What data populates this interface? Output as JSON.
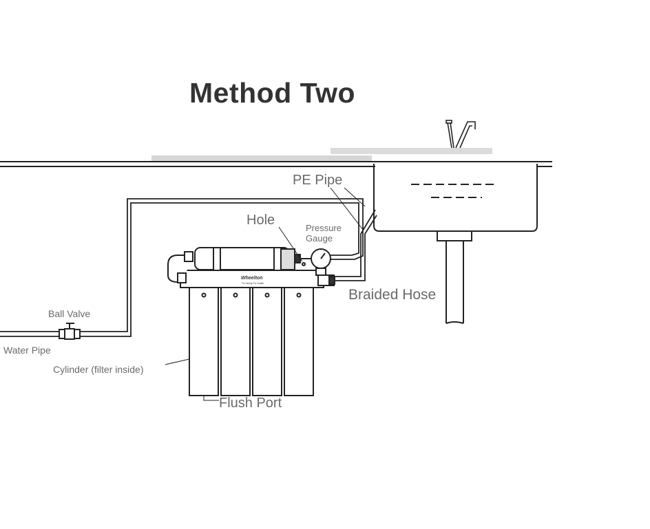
{
  "title": "Method Two",
  "labels": {
    "pe_pipe": "PE Pipe",
    "hole": "Hole",
    "pressure": "Pressure",
    "gauge": "Gauge",
    "braided_hose": "Braided Hose",
    "ball_valve": "Ball Valve",
    "water_pipe": "Water Pipe",
    "cylinder": "Cylinder (filter inside)",
    "flush_port": "Flush Port"
  },
  "brand": {
    "name": "Wheelton",
    "slogan": "For family For health"
  }
}
